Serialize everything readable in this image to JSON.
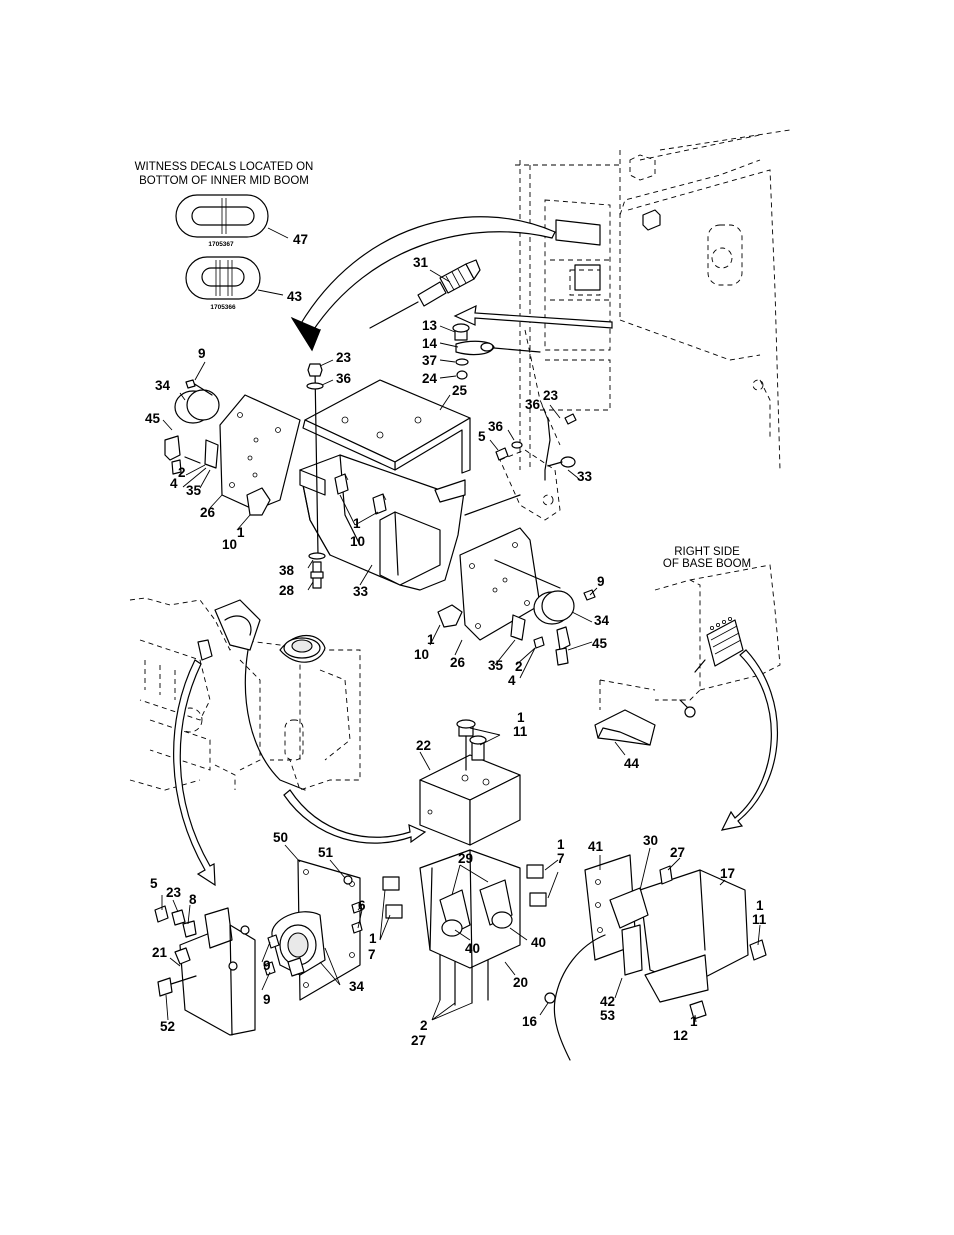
{
  "notes": {
    "witness_line1": "WITNESS DECALS LOCATED ON",
    "witness_line2": "BOTTOM OF INNER MID BOOM",
    "right_side_line1": "RIGHT SIDE",
    "right_side_line2": "OF BASE BOOM"
  },
  "decals": {
    "decal_upper_number": "1705367",
    "decal_lower_number": "1705366"
  },
  "callouts": [
    "47",
    "43",
    "31",
    "13",
    "14",
    "37",
    "24",
    "9",
    "34",
    "45",
    "23",
    "36",
    "25",
    "23",
    "36",
    "36",
    "5",
    "2",
    "4",
    "35",
    "26",
    "1",
    "10",
    "1",
    "10",
    "33",
    "38",
    "28",
    "33",
    "9",
    "34",
    "45",
    "1",
    "10",
    "26",
    "35",
    "2",
    "4",
    "1",
    "11",
    "22",
    "44",
    "50",
    "51",
    "29",
    "1",
    "7",
    "41",
    "30",
    "27",
    "17",
    "5",
    "23",
    "8",
    "6",
    "1",
    "7",
    "1",
    "11",
    "21",
    "9",
    "9",
    "34",
    "40",
    "40",
    "20",
    "52",
    "2",
    "27",
    "42",
    "53",
    "16",
    "1",
    "12"
  ]
}
